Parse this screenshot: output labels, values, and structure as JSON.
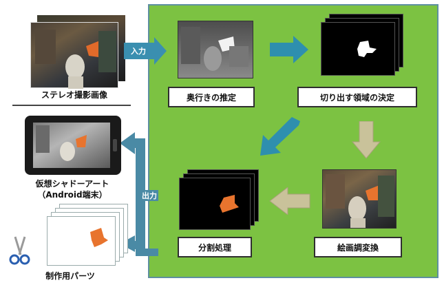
{
  "diagram": {
    "input_label": "入力",
    "output_label": "出力",
    "stereo_caption": "ステレオ撮影画像",
    "android_caption_line1": "仮想シャドーアート",
    "android_caption_line2": "（Android端末）",
    "parts_caption": "制作用パーツ",
    "steps": {
      "depth": "奥行きの推定",
      "region": "切り出す領域の決定",
      "painterly": "絵画調変換",
      "segment": "分割処理"
    }
  },
  "colors": {
    "panel_green": "#7cc242",
    "flow_arrow": "#2e8fae",
    "input_arrow": "#3a8fb0",
    "tan_arrow": "#c9c29a",
    "output_arrow": "#4a8aa5"
  }
}
